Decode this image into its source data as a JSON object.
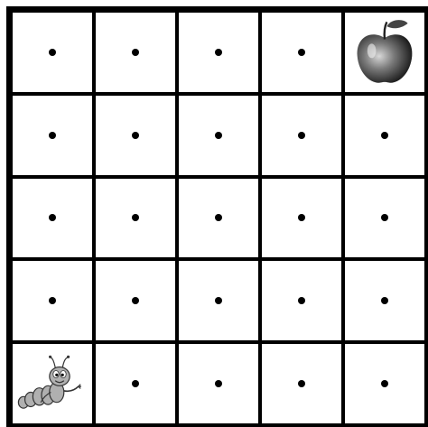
{
  "board": {
    "rows": 5,
    "cols": 5,
    "cells": [
      [
        "dot",
        "dot",
        "dot",
        "dot",
        "apple"
      ],
      [
        "dot",
        "dot",
        "dot",
        "dot",
        "dot"
      ],
      [
        "dot",
        "dot",
        "dot",
        "dot",
        "dot"
      ],
      [
        "dot",
        "dot",
        "dot",
        "dot",
        "dot"
      ],
      [
        "worm",
        "dot",
        "dot",
        "dot",
        "dot"
      ]
    ]
  },
  "pieces": {
    "apple": {
      "icon": "apple-icon",
      "color": "#555555"
    },
    "worm": {
      "icon": "worm-icon",
      "color": "#9a9a9a"
    }
  },
  "colors": {
    "grid": "#000000",
    "background": "#ffffff",
    "dot": "#000000"
  }
}
